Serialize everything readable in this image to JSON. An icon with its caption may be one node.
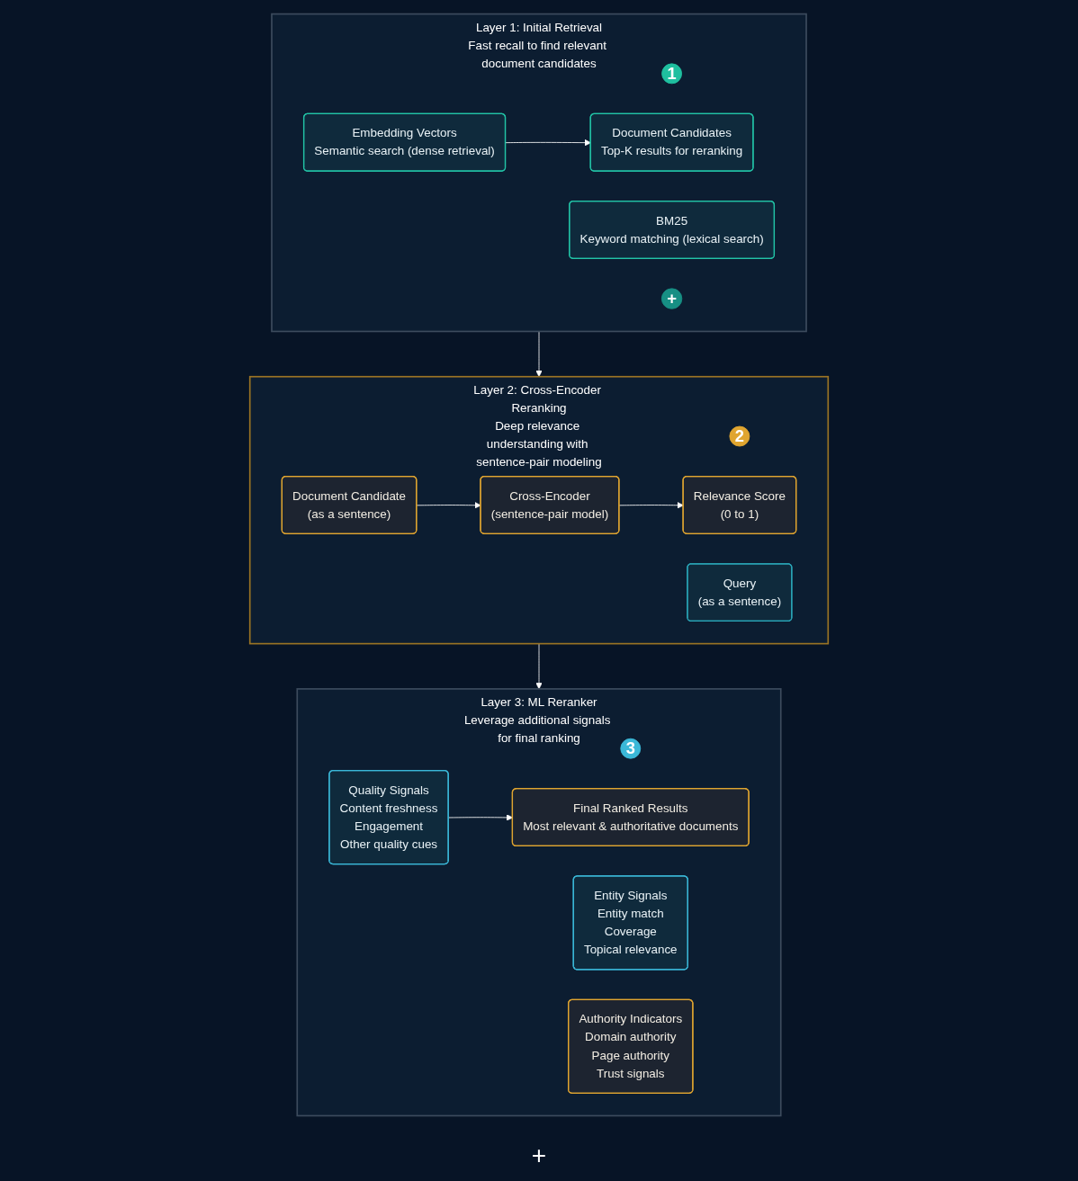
{
  "diagram": {
    "nodes": [
      {
        "text": [
          "Layer 1: Initial Retrieval",
          "Fast recall to find relevant document candidates"
        ]
      },
      {
        "text": [
          "1"
        ],
        "in": 0
      },
      {
        "text": [
          "BM25",
          "Keyword matching (lexical search)"
        ],
        "in": 0
      },
      {
        "text": [
          "+"
        ],
        "in": 0
      },
      {
        "text": [
          "Embedding Vectors",
          "Semantic search (dense retrieval)"
        ],
        "in": 0
      },
      {
        "text": [
          "Document Candidates",
          "Top-K results for reranking"
        ],
        "in": 0
      },
      {
        "text": [
          "Layer 2: Cross-Encoder Reranking",
          "Deep relevance understanding with sentence-pair modeling"
        ]
      },
      {
        "text": [
          "2"
        ],
        "in": 6
      },
      {
        "text": [
          "Query",
          "(as a sentence)"
        ],
        "in": 6
      },
      {
        "text": [
          "Document Candidate",
          "(as a sentence)"
        ],
        "in": 6
      },
      {
        "text": [
          "Cross-Encoder",
          "(sentence-pair model)"
        ],
        "in": 6
      },
      {
        "text": [
          "Relevance Score",
          "(0 to 1)"
        ],
        "in": 6
      },
      {
        "text": [
          "Layer 3: ML Reranker",
          "Leverage additional signals for final ranking"
        ]
      },
      {
        "text": [
          "3"
        ],
        "in": 12
      },
      {
        "text": [
          "Entity Signals",
          "Entity match",
          "Coverage",
          "Topical relevance"
        ],
        "in": 12
      },
      {
        "text": [
          "Authority Indicators",
          "Domain authority",
          "Page authority",
          "Trust signals"
        ],
        "in": 12
      },
      {
        "text": [
          "Quality Signals",
          "Content freshness",
          "Engagement",
          "Other quality cues"
        ],
        "in": 12
      },
      {
        "text": [
          "Final Ranked Results",
          "Most relevant & authoritative documents"
        ],
        "in": 12
      }
    ],
    "edges": [
      {
        "from": 4,
        "to": 5,
        "arrow": "to"
      },
      {
        "from": 0,
        "to": 6,
        "arrow": "to"
      },
      {
        "from": 9,
        "to": 10,
        "arrow": "to"
      },
      {
        "from": 10,
        "to": 11,
        "arrow": "to"
      },
      {
        "from": 6,
        "to": 12,
        "arrow": "to"
      },
      {
        "from": 16,
        "to": 17,
        "arrow": "to"
      }
    ],
    "labels": [
      "+"
    ]
  }
}
